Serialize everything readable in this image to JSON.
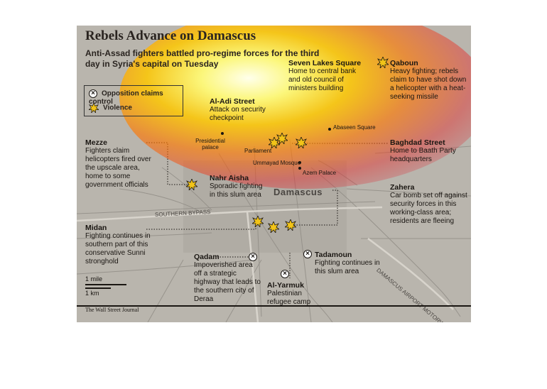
{
  "map": {
    "title": "Rebels Advance on Damascus",
    "subtitle": "Anti-Assad fighters battled pro-regime forces for the third day in Syria's capital on Tuesday",
    "legend": {
      "opposition": "Opposition claims control",
      "violence": "Violence"
    },
    "city_label": "Damascus",
    "places": {
      "presidential_palace": "Presidential palace",
      "parliament": "Parliament",
      "abaseen": "Abaseen Square",
      "ummayad": "Ummayad Mosque",
      "azem": "Azem Palace"
    },
    "roads": {
      "bypass": "SOUTHERN BYPASS",
      "airport": "DAMASCUS AIRPORT MOTORWAY"
    },
    "callouts": {
      "seven_lakes": {
        "head": "Seven Lakes Square",
        "body": "Home to central bank and old council of ministers building"
      },
      "qaboun": {
        "head": "Qaboun",
        "body": "Heavy fighting; rebels claim to have shot down a helicopter with a heat-seeking missile"
      },
      "aladi": {
        "head": "Al-Adi Street",
        "body": "Attack on security checkpoint"
      },
      "mezze": {
        "head": "Mezze",
        "body": "Fighters claim helicopters fired over the upscale area, home to some government officials"
      },
      "baghdad": {
        "head": "Baghdad Street",
        "body": "Home to Baath Party headquarters"
      },
      "nahr_aisha": {
        "head": "Nahr Aisha",
        "body": "Sporadic fighting in this slum area"
      },
      "zahera": {
        "head": "Zahera",
        "body": "Car bomb set off against security forces in this working-class area; residents are fleeing"
      },
      "midan": {
        "head": "Midan",
        "body": "Fighting continues in southern part of this conservative Sunni stronghold"
      },
      "qadam": {
        "head": "Qadam",
        "body": "Impoverished area off a strategic highway that leads to the southern city of Deraa"
      },
      "tadamoun": {
        "head": "Tadamoun",
        "body": "Fighting continues in this slum area"
      },
      "yarmuk": {
        "head": "Al-Yarmuk",
        "body": "Palestinian refugee camp"
      }
    },
    "scale": {
      "mile": "1 mile",
      "km": "1 km"
    },
    "credit": "The Wall Street Journal",
    "colors": {
      "map_bg": "#b9b5ad",
      "violence": "#f2c418",
      "text": "#1a1612"
    },
    "icons": {
      "opposition": "x-circle-icon",
      "violence": "explosion-icon"
    }
  }
}
